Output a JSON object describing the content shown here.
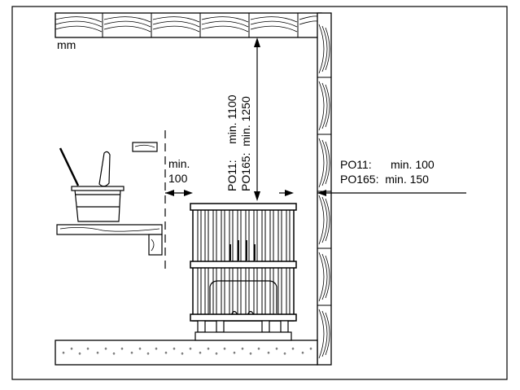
{
  "units_label": "mm",
  "ceiling_dimension": {
    "line1": "PO11:     min. 1100",
    "line2": "PO165:  min. 1250"
  },
  "side_dimension": {
    "line1": "PO11:      min. 100",
    "line2": "PO165:  min. 150"
  },
  "bench_dimension": {
    "line1": "min.",
    "line2": "100"
  },
  "colors": {
    "line": "#000000",
    "background": "#ffffff"
  }
}
